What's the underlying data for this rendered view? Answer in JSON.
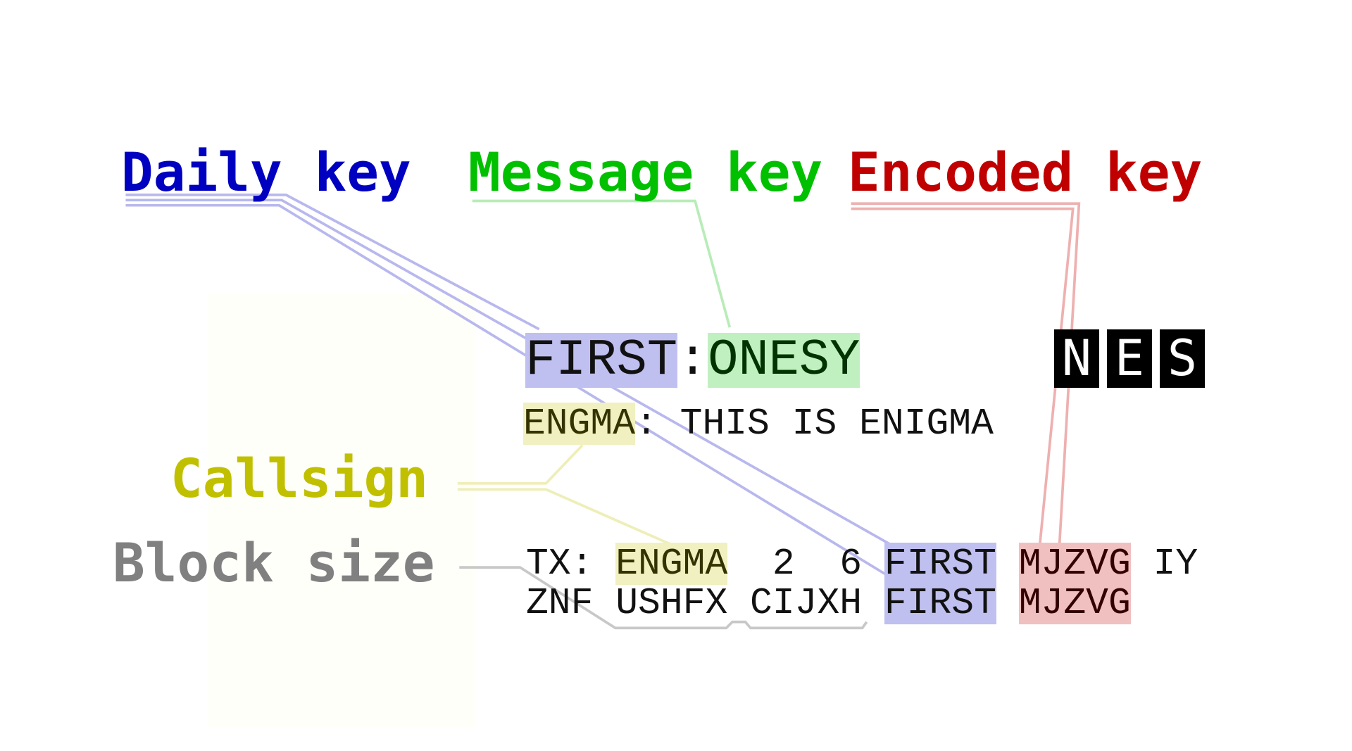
{
  "labels": {
    "daily_key": "Daily key",
    "message_key": "Message key",
    "encoded_key": "Encoded key",
    "callsign": "Callsign",
    "block_size": "Block size"
  },
  "key_line": {
    "daily": "FIRST",
    "sep": ":",
    "message": "ONESY"
  },
  "indicator": [
    "N",
    "E",
    "S"
  ],
  "plain_line": {
    "callsign": "ENGMA",
    "text": ": THIS IS ENIGMA"
  },
  "tx_line1": {
    "prefix": "TX: ",
    "callsign": "ENGMA",
    "numbers": "  2  6 ",
    "daily": "FIRST",
    "gap": " ",
    "encoded": "MJZVG",
    "tail": " IY"
  },
  "tx_line2": {
    "blocks": "ZNF USHFX CIJXH ",
    "daily": "FIRST",
    "gap": " ",
    "encoded": "MJZVG"
  },
  "colors": {
    "daily": "#0000c0",
    "message": "#00c000",
    "encoded": "#c00000",
    "callsign": "#c0c000",
    "block": "#808080"
  }
}
